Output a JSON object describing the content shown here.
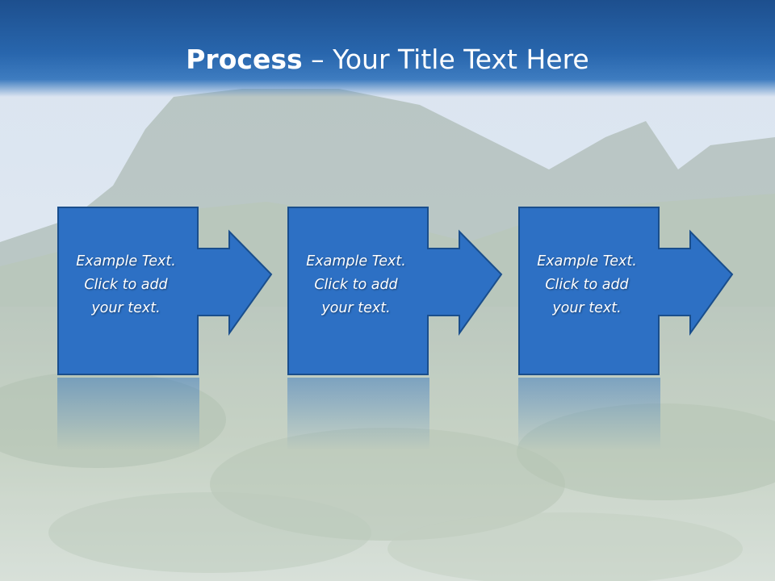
{
  "slide": {
    "title_bold": "Process",
    "title_rest": " – Your Title Text Here"
  },
  "steps": [
    {
      "line1": "Example Text.",
      "line2": "Click  to add",
      "line3": "your text."
    },
    {
      "line1": "Example Text.",
      "line2": "Click  to add",
      "line3": "your text."
    },
    {
      "line1": "Example Text.",
      "line2": "Click  to add",
      "line3": "your text."
    }
  ],
  "colors": {
    "box_fill": "#2d70c4",
    "box_border": "#1a4e8c",
    "title_bar": "#2866ad"
  }
}
